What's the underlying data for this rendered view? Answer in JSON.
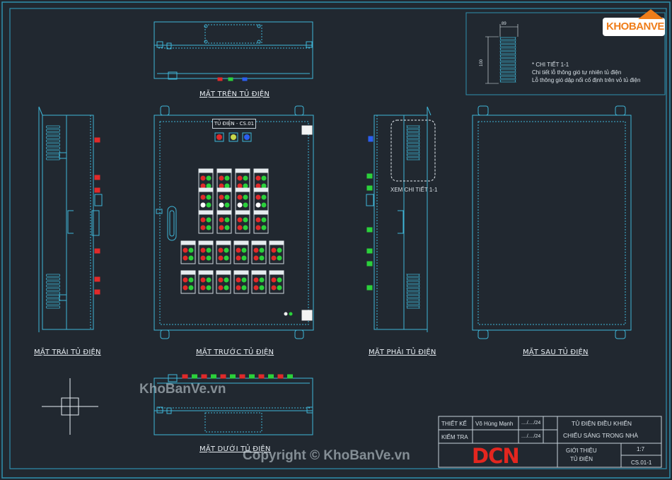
{
  "views": {
    "top": "MẶT TRÊN TỦ ĐIỆN",
    "left": "MẶT TRÁI TỦ ĐIỆN",
    "front": "MẶT TRƯỚC TỦ ĐIỆN",
    "right": "MẶT PHẢI TỦ ĐIỆN",
    "back": "MẶT SAU TỦ ĐIỆN",
    "bottom": "MẶT DƯỚI TỦ ĐIỆN"
  },
  "nameplate": "TỦ ĐIỆN - CS.01",
  "detail_callout": "XEM CHI TIẾT 1-1",
  "detail": {
    "dim_width": "89",
    "dim_height": "100",
    "title": "* CHI TIẾT 1-1",
    "line1": "Chi tiết lỗ thông gió tự nhiên tủ điện",
    "line2": "Lỗ thông gió dập nổi cố định trên vỏ tủ điện"
  },
  "logo": {
    "text": "KHOBANVE"
  },
  "watermarks": {
    "site": "KhoBanVe.vn",
    "copyright": "Copyright © KhoBanVe.vn"
  },
  "title_block": {
    "design_label": "THIẾT KẾ",
    "designer": "Võ Hùng Mạnh",
    "design_date": "..../..../24",
    "check_label": "KIỂM TRA",
    "check_date": "..../..../24",
    "brand": "DCN",
    "project_line1": "TỦ ĐIỆN ĐIỀU KHIỂN",
    "project_line2": "CHIẾU SÁNG TRONG NHÀ",
    "sheet_line1": "GIỚI THIỆU",
    "sheet_line2": "TỦ ĐIỆN",
    "scale": "1:7",
    "code": "CS.01-1"
  },
  "colors": {
    "background": "#212830",
    "line": "#3fb6d8",
    "frame": "#2f8fae",
    "text": "#e8eef3",
    "red": "#e02a2a",
    "green": "#2bd13b",
    "blue": "#2a5ef0",
    "yellow": "#c8d84a",
    "brand_red": "#e3261f",
    "logo_orange": "#ef7d1a"
  }
}
